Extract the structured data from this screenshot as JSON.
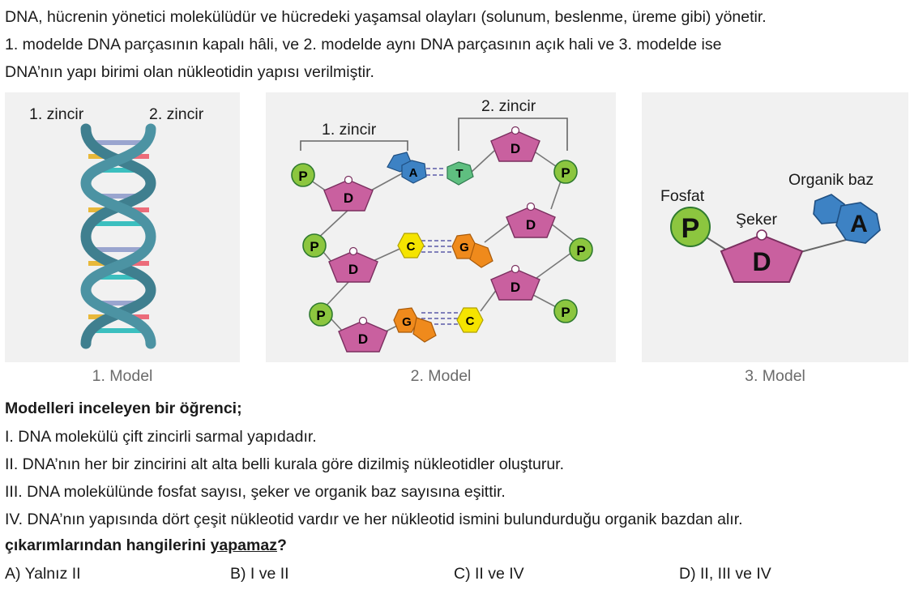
{
  "intro": {
    "line1": "DNA, hücrenin yönetici molekülüdür ve hücredeki yaşamsal olayları (solunum, beslenme, üreme gibi) yönetir.",
    "line2": "1. modelde DNA parçasının kapalı hâli, ve 2. modelde aynı DNA parçasının açık hali ve 3. modelde ise",
    "line3": "DNA’nın yapı birimi olan nükleotidin yapısı verilmiştir."
  },
  "model1": {
    "label_left": "1. zincir",
    "label_right": "2. zincir",
    "caption": "1. Model"
  },
  "model2": {
    "label_chain1": "1. zincir",
    "label_chain2": "2. zincir",
    "phosphate": "P",
    "sugar": "D",
    "bases": {
      "a": "A",
      "t": "T",
      "c": "C",
      "g": "G"
    },
    "caption": "2. Model"
  },
  "model3": {
    "phosphate_label": "Fosfat",
    "sugar_label": "Şeker",
    "base_label": "Organik baz",
    "phosphate": "P",
    "sugar": "D",
    "base": "A",
    "caption": "3. Model"
  },
  "question": {
    "title": "Modelleri inceleyen bir öğrenci;",
    "statements": [
      "I.   DNA molekülü çift zincirli sarmal yapıdadır.",
      "II.  DNA’nın her bir zincirini alt alta belli kurala göre dizilmiş nükleotidler oluşturur.",
      "III. DNA molekülünde fosfat sayısı, şeker ve organik baz sayısına eşittir.",
      "IV. DNA’nın yapısında dört çeşit nükleotid vardır ve her nükleotid ismini bulundurduğu organik bazdan alır."
    ],
    "ending_prefix": "çıkarımlarından hangilerini ",
    "ending_emph": "yapamaz",
    "ending_suffix": "?"
  },
  "options": [
    "A) Yalnız II",
    "B) I ve II",
    "C) II ve IV",
    "D) II, III ve IV"
  ],
  "colors": {
    "panel_bg": "#f1f1f1",
    "helix": "#3f7f8f",
    "phosphate": "#8cc63f",
    "sugar": "#c9609f",
    "adenine": "#3d82c4",
    "thymine": "#5fbf80",
    "cytosine": "#f5e400",
    "guanine": "#ef8a1c"
  }
}
